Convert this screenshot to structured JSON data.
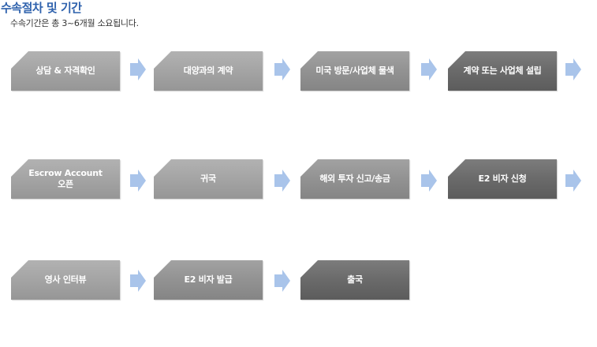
{
  "header": {
    "title": "수속절차 및 기간",
    "subtitle": "수속기간은 총 3~6개월 소요됩니다."
  },
  "colors": {
    "title": "#2f62ad",
    "arrow": "#a9c4ea",
    "box_light": "#a4a4a4",
    "box_dark": "#6a6a6a"
  },
  "steps": [
    {
      "label": "상담 & 자격확인"
    },
    {
      "label": "대양과의 계약"
    },
    {
      "label": "미국 방문/사업체 물색"
    },
    {
      "label": "계약 또는 사업체 설립"
    },
    {
      "label": "Escrow Account 오픈"
    },
    {
      "label": "귀국"
    },
    {
      "label": "해외 투자 신고/송금"
    },
    {
      "label": "E2 비자 신청"
    },
    {
      "label": "영사 인터뷰"
    },
    {
      "label": "E2 비자 발급"
    },
    {
      "label": "출국"
    }
  ],
  "arrow_icon": "right-arrow-icon"
}
